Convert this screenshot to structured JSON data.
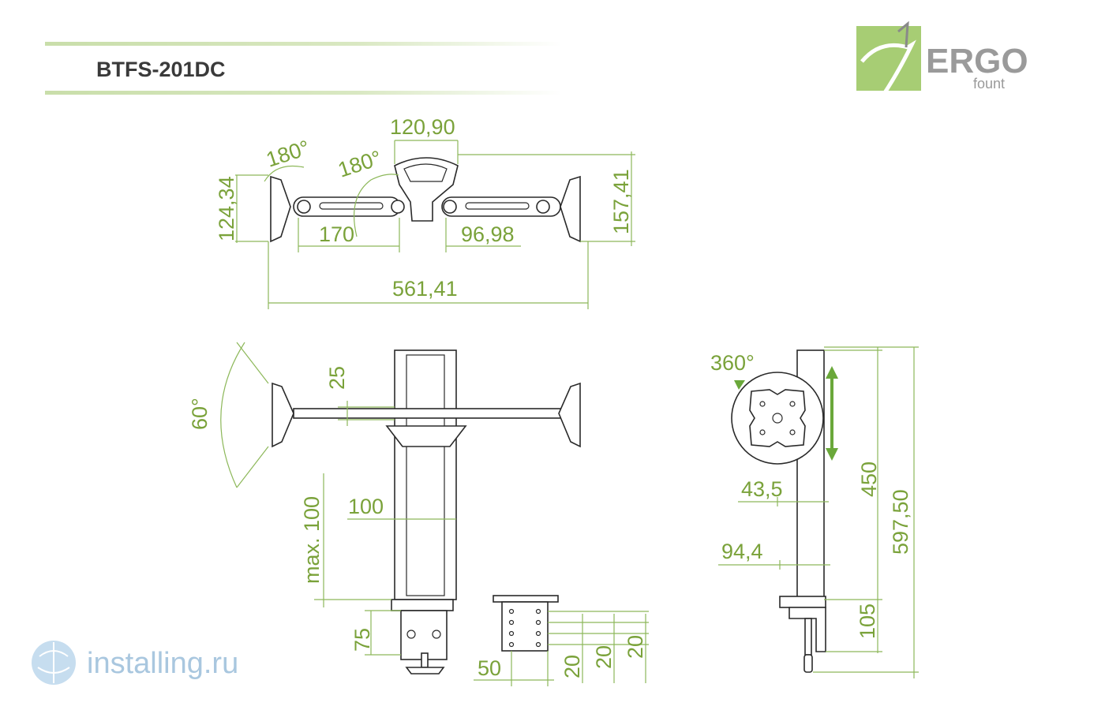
{
  "header": {
    "model": "BTFS-201DC",
    "brand_name": "ERGO",
    "brand_sub": "fount",
    "accent_color": "#8db85a"
  },
  "top_view": {
    "rotation_left": "180°",
    "rotation_center": "180°",
    "height_left": "124,34",
    "arm_segment": "170",
    "center_width": "120,90",
    "arm_offset": "96,98",
    "height_right": "157,41",
    "total_width": "561,41"
  },
  "front_view": {
    "tilt": "60°",
    "arm_height": "25",
    "adjust_range": "max. 100",
    "pole_width": "100",
    "clamp_height": "75"
  },
  "clamp_detail": {
    "width": "50",
    "step_1": "20",
    "step_2": "20",
    "step_3": "20"
  },
  "side_view": {
    "rotation": "360°",
    "plate_offset": "43,5",
    "base_offset": "94,4",
    "travel": "450",
    "total_height": "597,50",
    "clamp_depth": "105"
  },
  "watermark": {
    "text": "installing.ru",
    "icon": "globe-icon"
  }
}
